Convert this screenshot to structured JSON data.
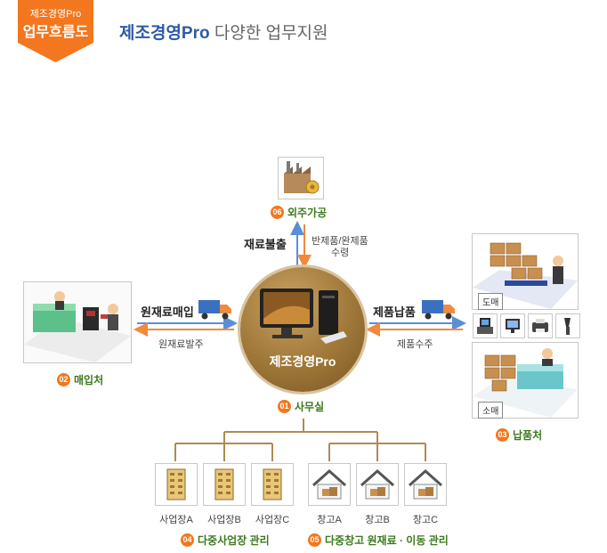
{
  "header": {
    "badge_line1": "제조경영Pro",
    "badge_line2": "업무흐름도",
    "title_accent": "제조경영Pro",
    "title_rest": " 다양한 업무지원"
  },
  "center": {
    "label": "제조경영Pro"
  },
  "nodes": {
    "office": {
      "num": "01",
      "label": "사무실"
    },
    "purchase": {
      "num": "02",
      "label": "매입처"
    },
    "delivery": {
      "num": "03",
      "label": "납품처",
      "wholesale": "도매",
      "retail": "소매"
    },
    "multi_site": {
      "num": "04",
      "label": "다중사업장 관리"
    },
    "multi_warehouse": {
      "num": "05",
      "label": "다중창고 원재료 · 이동 관리"
    },
    "outsourcing": {
      "num": "06",
      "label": "외주가공"
    }
  },
  "flows": {
    "raw_purchase": "원재료매입",
    "raw_order": "원재료발주",
    "product_delivery": "제품납품",
    "product_order": "제품수주",
    "material_out": "재료불출",
    "semi_finished": "반제품/완제품",
    "receive": "수령"
  },
  "sites": [
    "사업장A",
    "사업장B",
    "사업장C"
  ],
  "warehouses": [
    "창고A",
    "창고B",
    "창고C"
  ],
  "colors": {
    "accent_orange": "#f2771f",
    "label_green": "#3c7a1e",
    "title_blue": "#2d5aa8",
    "arrow_blue": "#5a8fd6",
    "arrow_orange": "#f08a3c"
  }
}
